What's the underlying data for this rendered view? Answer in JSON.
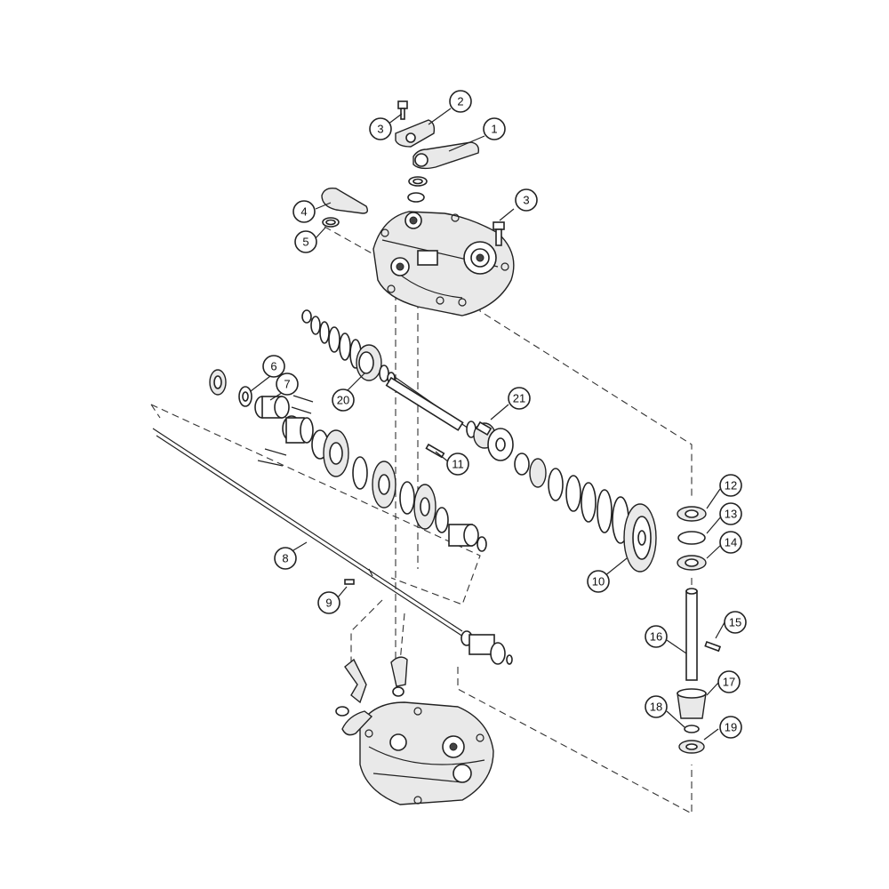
{
  "diagram": {
    "type": "exploded-parts-view",
    "callouts": [
      {
        "id": "c1",
        "label": "1"
      },
      {
        "id": "c2",
        "label": "2"
      },
      {
        "id": "c3a",
        "label": "3"
      },
      {
        "id": "c3b",
        "label": "3"
      },
      {
        "id": "c4",
        "label": "4"
      },
      {
        "id": "c5",
        "label": "5"
      },
      {
        "id": "c6",
        "label": "6"
      },
      {
        "id": "c7",
        "label": "7"
      },
      {
        "id": "c8",
        "label": "8"
      },
      {
        "id": "c9",
        "label": "9"
      },
      {
        "id": "c10",
        "label": "10"
      },
      {
        "id": "c11",
        "label": "11"
      },
      {
        "id": "c12",
        "label": "12"
      },
      {
        "id": "c13",
        "label": "13"
      },
      {
        "id": "c14",
        "label": "14"
      },
      {
        "id": "c15",
        "label": "15"
      },
      {
        "id": "c16",
        "label": "16"
      },
      {
        "id": "c17",
        "label": "17"
      },
      {
        "id": "c18",
        "label": "18"
      },
      {
        "id": "c19",
        "label": "19"
      },
      {
        "id": "c20",
        "label": "20"
      },
      {
        "id": "c21",
        "label": "21"
      }
    ]
  }
}
